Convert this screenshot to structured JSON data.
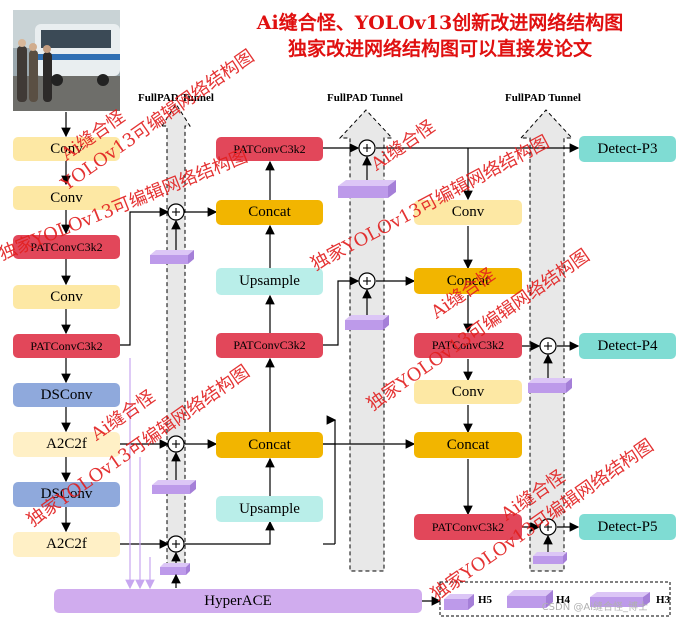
{
  "title": {
    "line1": "Ai缝合怪、YOLOv13创新改进网络结构图",
    "line2": "独家改进网络结构图可以直接发论文"
  },
  "tunnels": [
    "FullPAD Tunnel",
    "FullPAD Tunnel",
    "FullPAD Tunnel"
  ],
  "backbone": {
    "conv1": "Conv",
    "conv2": "Conv",
    "pat1": "PATConvC3k2",
    "conv3": "Conv",
    "pat2": "PATConvC3k2",
    "dsconv1": "DSConv",
    "a2c2f1": "A2C2f",
    "dsconv2": "DSConv",
    "a2c2f2": "A2C2f"
  },
  "neck": {
    "pat_top": "PATConvC3k2",
    "concat1": "Concat",
    "upsample1": "Upsample",
    "pat_mid": "PATConvC3k2",
    "concat2": "Concat",
    "upsample2": "Upsample"
  },
  "head": {
    "conv": "Conv",
    "concat1": "Concat",
    "pat1": "PATConvC3k2",
    "conv2": "Conv",
    "concat2": "Concat",
    "pat2": "PATConvC3k2"
  },
  "detect": {
    "p3": "Detect-P3",
    "p4": "Detect-P4",
    "p5": "Detect-P5"
  },
  "hyperace": "HyperACE",
  "legend": {
    "h5": "H5",
    "h4": "H4",
    "h3": "H3"
  },
  "watermarks": {
    "ai": "Ai缝合怪",
    "yolo": "YOLOv13可编辑网络结构图",
    "dujia": "独家YOLOv13可编辑网络结构图",
    "ai_short": "Ai缝合怪",
    "dujia_short": "独家YOLOv13"
  },
  "credit": "CSDN @Ai缝合怪_博士",
  "colors": {
    "title_red": "#e01010",
    "conv": "#fde8a4",
    "patconv": "#e2475a",
    "dsconv": "#8fa9dc",
    "a2c2f": "#fff0c6",
    "concat": "#f2b500",
    "upsample": "#b9eee9",
    "detect": "#7fdcd3",
    "hyperace": "#d0acee",
    "tunnel": "#e8e8e8"
  }
}
